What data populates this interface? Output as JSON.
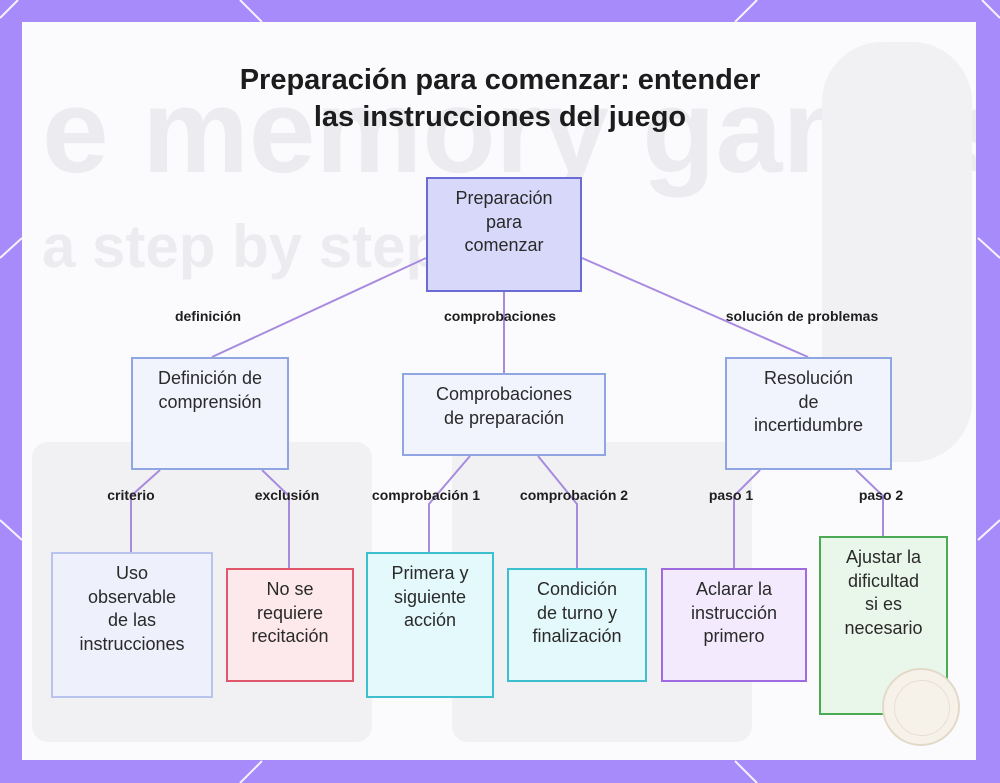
{
  "title": {
    "line1": "Preparación para comenzar: entender",
    "line2": "las instrucciones del juego"
  },
  "nodes": {
    "root": [
      "Preparación",
      "para",
      "comenzar"
    ],
    "definicion": [
      "Definición de",
      "comprensión"
    ],
    "comprobaciones": [
      "Comprobaciones",
      "de preparación"
    ],
    "resolucion": [
      "Resolución",
      "de",
      "incertidumbre"
    ],
    "uso": [
      "Uso",
      "observable",
      "de las",
      "instrucciones"
    ],
    "no_recitacion": [
      "No se",
      "requiere",
      "recitación"
    ],
    "primera": [
      "Primera y",
      "siguiente",
      "acción"
    ],
    "condicion": [
      "Condición",
      "de turno y",
      "finalización"
    ],
    "aclarar": [
      "Aclarar la",
      "instrucción",
      "primero"
    ],
    "ajustar": [
      "Ajustar la",
      "dificultad",
      "si es",
      "necesario"
    ]
  },
  "edge_labels": {
    "definicion": "definición",
    "comprobaciones": "comprobaciones",
    "solucion": "solución de problemas",
    "criterio": "criterio",
    "exclusion": "exclusión",
    "comprobacion1": "comprobación 1",
    "comprobacion2": "comprobación 2",
    "paso1": "paso 1",
    "paso2": "paso 2"
  },
  "colors": {
    "frame": "#a78bfa",
    "connector": "#a78bdf",
    "root_fill": "#d8d8fb",
    "root_border": "#6b6bd6",
    "level1_fill": "#f2f4fd",
    "level1_border": "#8fa6e3",
    "uso_fill": "#eef0fc",
    "uso_border": "#b9c4ee",
    "red_fill": "#fde9ec",
    "red_border": "#e0566b",
    "teal_fill": "#e4f9fb",
    "teal_border": "#3cc0cf",
    "purple_fill": "#f3ebfd",
    "purple_border": "#a06ae0",
    "green_fill": "#e9f6ea",
    "green_border": "#4caa55"
  }
}
